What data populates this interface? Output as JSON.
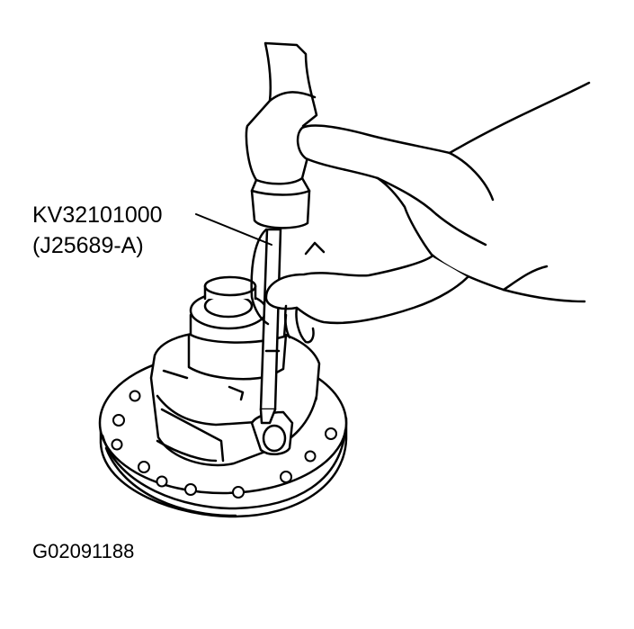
{
  "callout": {
    "tool_number": "KV32101000",
    "alt_tool_number": "(J25689-A)"
  },
  "figure": {
    "id": "G02091188"
  },
  "colors": {
    "line": "#000000",
    "background": "#ffffff"
  }
}
